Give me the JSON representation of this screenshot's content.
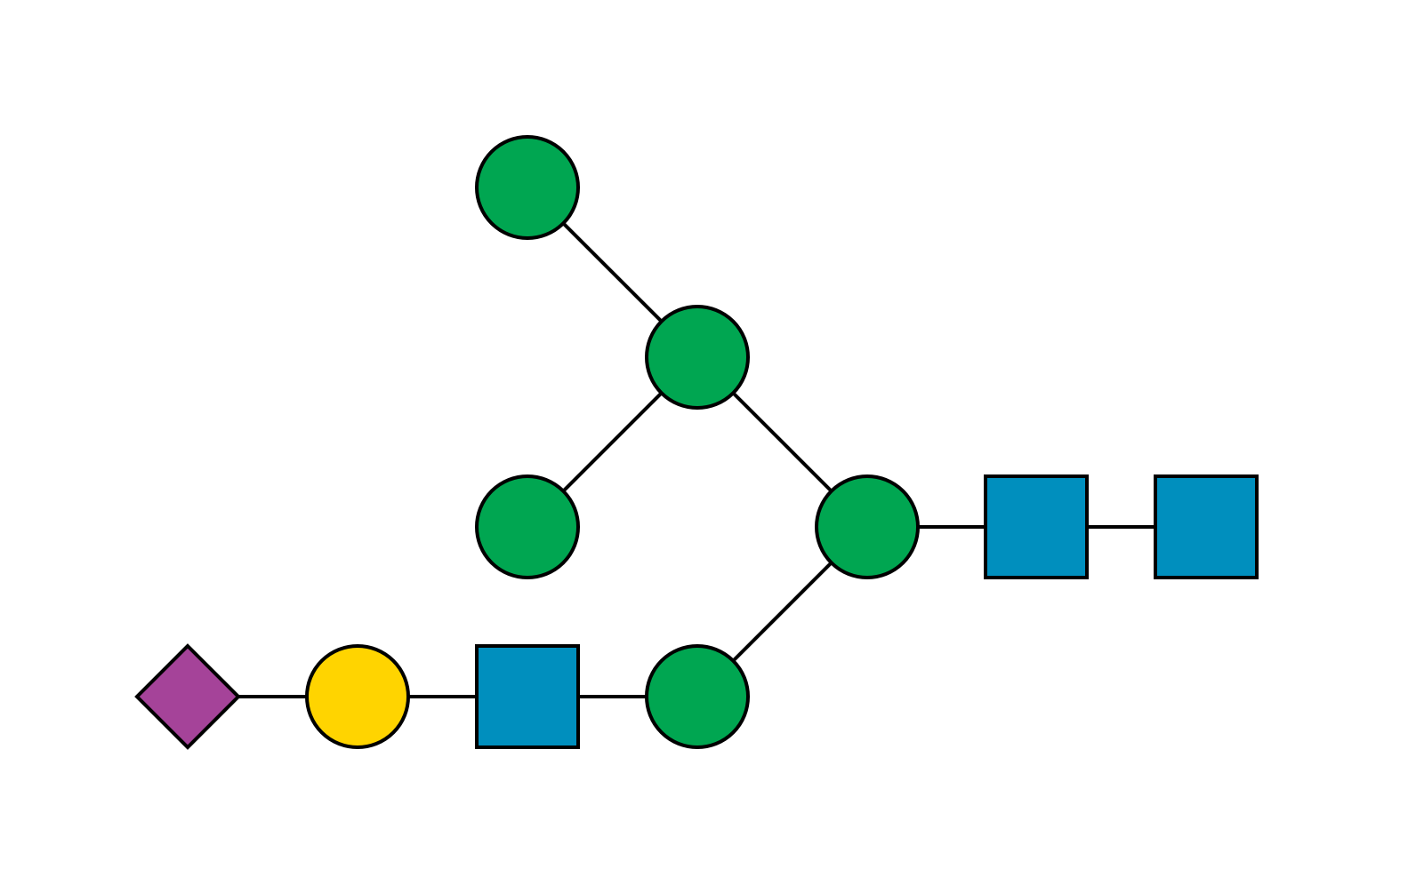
{
  "diagram": {
    "type": "glycan-structure",
    "colors": {
      "background": "#ffffff",
      "outline": "#000000",
      "bond": "#000000",
      "mannose_green": "#00a651",
      "galactose_yellow": "#ffd400",
      "glcnac_blue": "#008fbe",
      "sialic_purple": "#a54399"
    },
    "residues": [
      {
        "id": "m_top",
        "shape": "circle",
        "symbol": "mannose",
        "color": "#00a651"
      },
      {
        "id": "m_branch",
        "shape": "circle",
        "symbol": "mannose",
        "color": "#00a651"
      },
      {
        "id": "m_left",
        "shape": "circle",
        "symbol": "mannose",
        "color": "#00a651"
      },
      {
        "id": "m_core",
        "shape": "circle",
        "symbol": "mannose",
        "color": "#00a651"
      },
      {
        "id": "m_lower",
        "shape": "circle",
        "symbol": "mannose",
        "color": "#00a651"
      },
      {
        "id": "gn_core1",
        "shape": "square",
        "symbol": "glcnac",
        "color": "#008fbe"
      },
      {
        "id": "gn_core2",
        "shape": "square",
        "symbol": "glcnac",
        "color": "#008fbe"
      },
      {
        "id": "gn_antenna",
        "shape": "square",
        "symbol": "glcnac",
        "color": "#008fbe"
      },
      {
        "id": "gal",
        "shape": "circle",
        "symbol": "galactose",
        "color": "#ffd400"
      },
      {
        "id": "sia",
        "shape": "diamond",
        "symbol": "sialic-acid",
        "color": "#a54399"
      }
    ],
    "bonds": [
      {
        "from": "m_top",
        "to": "m_branch"
      },
      {
        "from": "m_branch",
        "to": "m_left"
      },
      {
        "from": "m_branch",
        "to": "m_core"
      },
      {
        "from": "m_core",
        "to": "gn_core1"
      },
      {
        "from": "gn_core1",
        "to": "gn_core2"
      },
      {
        "from": "m_core",
        "to": "m_lower"
      },
      {
        "from": "m_lower",
        "to": "gn_antenna"
      },
      {
        "from": "gn_antenna",
        "to": "gal"
      },
      {
        "from": "gal",
        "to": "sia"
      }
    ]
  }
}
